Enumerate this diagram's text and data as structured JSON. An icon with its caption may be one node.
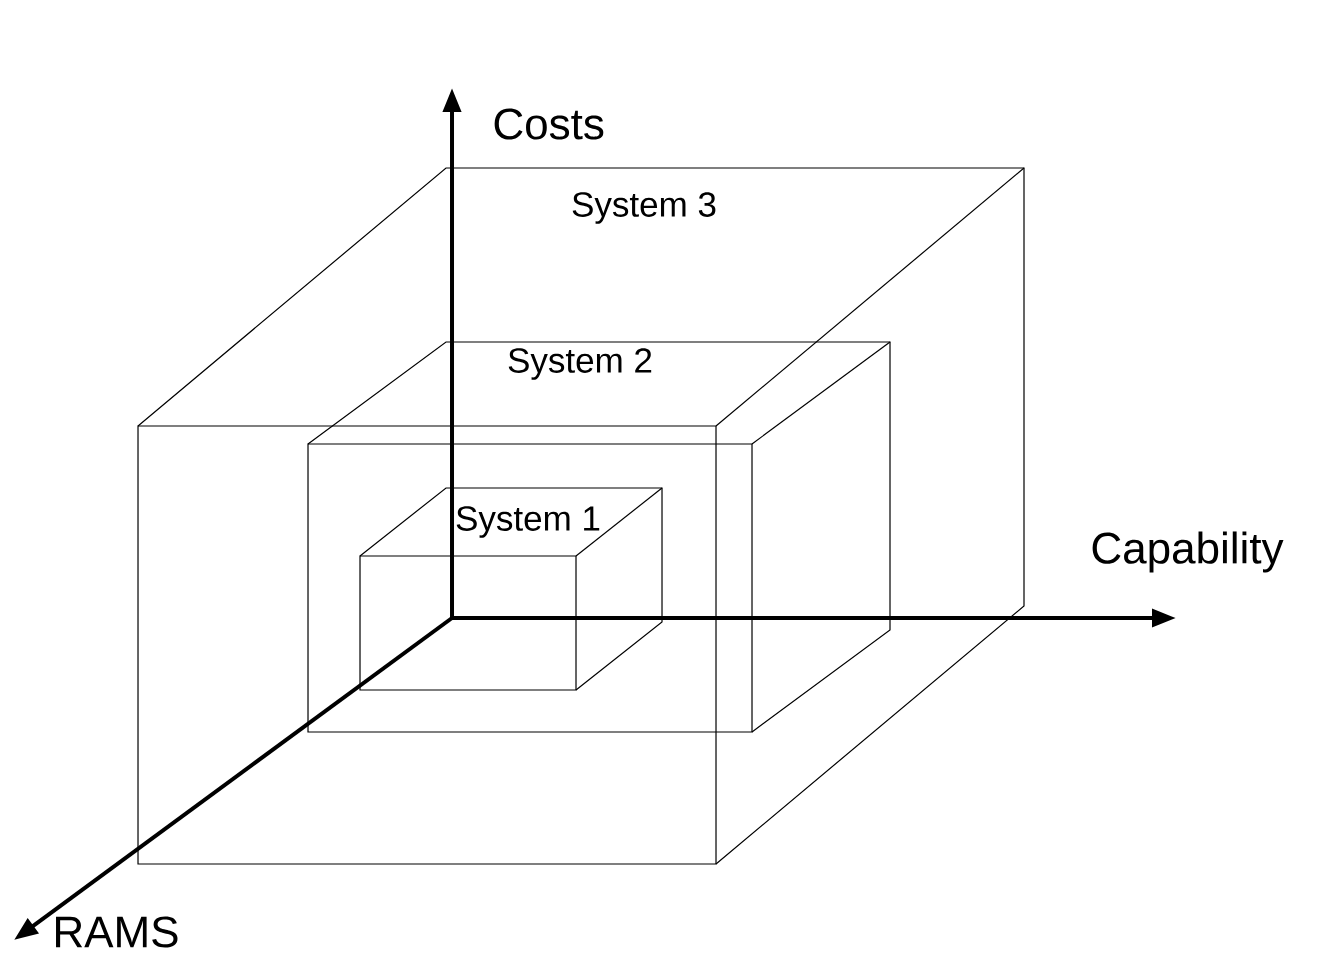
{
  "diagram": {
    "nodes": [
      {
        "text": [
          "System 3"
        ]
      },
      {
        "text": [
          "System 2"
        ],
        "in": 0
      },
      {
        "text": [
          "System 1"
        ],
        "in": 1
      }
    ],
    "labels": [
      "Costs",
      "Capability",
      "RAMS"
    ]
  }
}
